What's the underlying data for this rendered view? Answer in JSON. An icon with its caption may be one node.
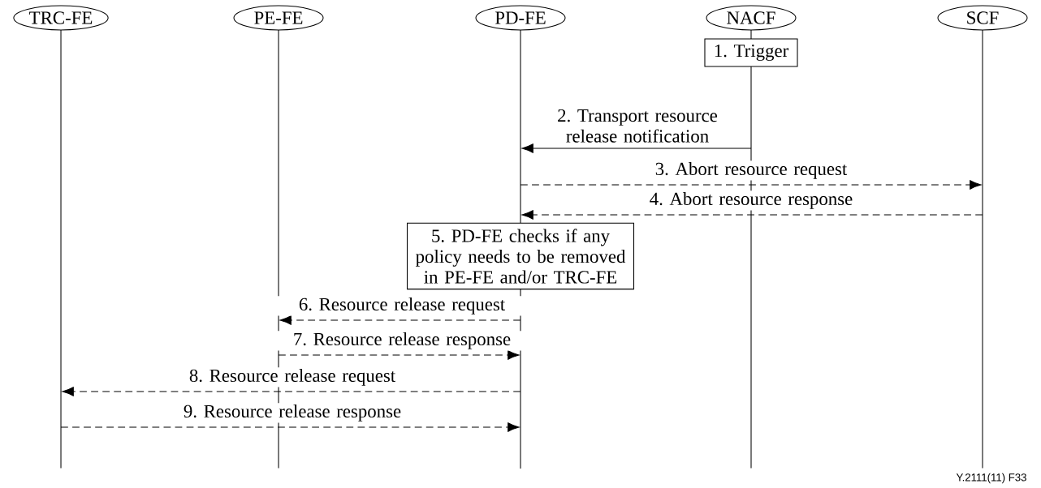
{
  "diagram": {
    "nodes": [
      {
        "text": [
          "TRC-FE"
        ]
      },
      {
        "text": [
          "PE-FE"
        ]
      },
      {
        "text": [
          "PD-FE"
        ]
      },
      {
        "text": [
          "NACF"
        ]
      },
      {
        "text": [
          "SCF"
        ]
      },
      {
        "text": [
          "1. Trigger"
        ]
      },
      {
        "text": [
          "5. PD-FE checks if any policy needs to be removed in PE-FE and/or TRC-FE"
        ]
      },
      {
        "text": [],
        "shape": "line"
      },
      {
        "text": [],
        "shape": "line"
      },
      {
        "text": [],
        "shape": "line"
      },
      {
        "text": [],
        "shape": "line"
      },
      {
        "text": [],
        "shape": "line"
      },
      {
        "text": [],
        "shape": "line"
      }
    ],
    "edges": [
      {
        "from": 11,
        "to": 9,
        "arrow": "to",
        "label": "2. Transport resource release notification"
      },
      {
        "from": 9,
        "to": 12,
        "arrow": "to",
        "style": "dashed",
        "label": "3. Abort resource request"
      },
      {
        "from": 12,
        "to": 9,
        "arrow": "to",
        "style": "dashed",
        "label": "4. Abort resource response"
      },
      {
        "from": 10,
        "to": 8,
        "arrow": "to",
        "style": "dashed",
        "label": "6. Resource release request"
      },
      {
        "from": 8,
        "to": 10,
        "arrow": "to",
        "style": "dashed",
        "label": "7. Resource release response"
      },
      {
        "from": 10,
        "to": 7,
        "arrow": "to",
        "style": "dashed",
        "label": "8. Resource release request"
      },
      {
        "from": 7,
        "to": 10,
        "arrow": "to",
        "style": "dashed",
        "label": "9. Resource release response"
      }
    ],
    "labels": [
      "Y.2111(11) F33"
    ]
  }
}
